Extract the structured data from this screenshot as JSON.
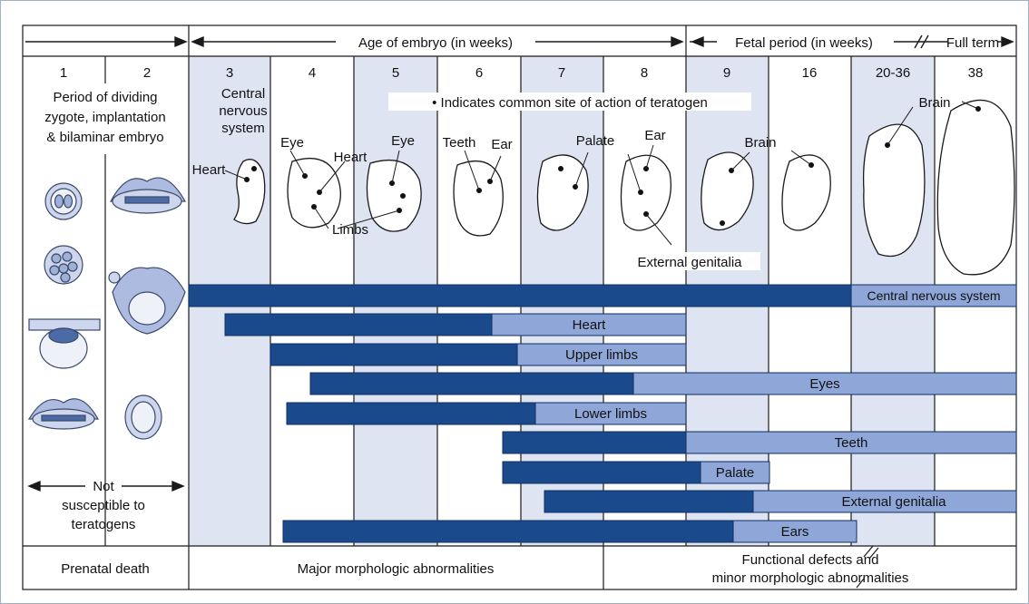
{
  "header": {
    "age_label": "Age of embryo (in weeks)",
    "fetal_label": "Fetal period (in weeks)",
    "full_term_label": "Full term"
  },
  "week_labels": [
    "1",
    "2",
    "3",
    "4",
    "5",
    "6",
    "7",
    "8",
    "9",
    "16",
    "20-36",
    "38"
  ],
  "early_period": {
    "line1": "Period of dividing",
    "line2": "zygote, implantation",
    "line3": "& bilaminar embryo",
    "not_label": "Not",
    "susceptible_line1": "susceptible to",
    "susceptible_line2": "teratogens"
  },
  "legend_note": "• Indicates common site of action of teratogen",
  "embryo_labels": {
    "cns_line1": "Central",
    "cns_line2": "nervous",
    "cns_line3": "system",
    "heart_w3": "Heart",
    "eye_w4": "Eye",
    "heart_w4": "Heart",
    "eye_w5": "Eye",
    "limbs": "Limbs",
    "teeth": "Teeth",
    "ear_w6": "Ear",
    "palate": "Palate",
    "ear_w8": "Ear",
    "external_genitalia": "External genitalia",
    "brain_w9": "Brain",
    "brain_w38": "Brain"
  },
  "organ_bars": [
    {
      "label": "Central nervous system"
    },
    {
      "label": "Heart"
    },
    {
      "label": "Upper limbs"
    },
    {
      "label": "Eyes"
    },
    {
      "label": "Lower limbs"
    },
    {
      "label": "Teeth"
    },
    {
      "label": "Palate"
    },
    {
      "label": "External genitalia"
    },
    {
      "label": "Ears"
    }
  ],
  "footer": {
    "prenatal_death": "Prenatal death",
    "major": "Major morphologic abnormalities",
    "functional_line1": "Functional defects and",
    "functional_line2": "minor morphologic abnormalities"
  },
  "colors": {
    "dark_bar": "#1b4a8c",
    "light_bar": "#8ea6d8",
    "shaded_column": "#dfe4f3",
    "line": "#1a1a1a"
  }
}
